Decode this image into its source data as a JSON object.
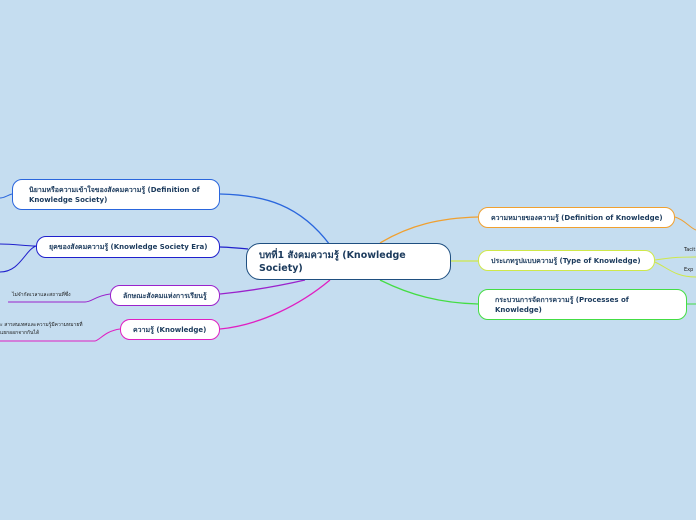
{
  "center": {
    "label": "บทที่1 สังคมความรู้ (Knowledge Society)"
  },
  "left_topics": [
    {
      "label": "นิยามหรือความเข้าใจของสังคมความรู้ (Definition of Knowledge Society)",
      "color": "#2a66dd"
    },
    {
      "label": "ยุคของสังคมความรู้ (Knowledge Society Era)",
      "color": "#2020cc"
    },
    {
      "label": "ลักษณะสังคมแห่งการเรียนรู้",
      "color": "#9a22cc"
    },
    {
      "label": "ความรู้ (Knowledge)",
      "color": "#e01fc2"
    }
  ],
  "right_topics": [
    {
      "label": "ความหมายของความรู้ (Definition of Knowledge)",
      "color": "#f0a030"
    },
    {
      "label": "ประเภทรูปแบบความรู้ (Type of Knowledge)",
      "color": "#cfe84a"
    },
    {
      "label": "กระบวนการจัดการความรู้ (Processes of Knowledge)",
      "color": "#44dd44"
    }
  ],
  "leaves": {
    "learning_society": "ไม่จำกัดเวลาและสถานที่ซึ่ง",
    "knowledge_line1": "ะ สารสนเทศและความรู้มีความหมายที่",
    "knowledge_line2": "แยกออกจากกันได้",
    "tacit": "Tacit",
    "explicit": "Exp"
  }
}
